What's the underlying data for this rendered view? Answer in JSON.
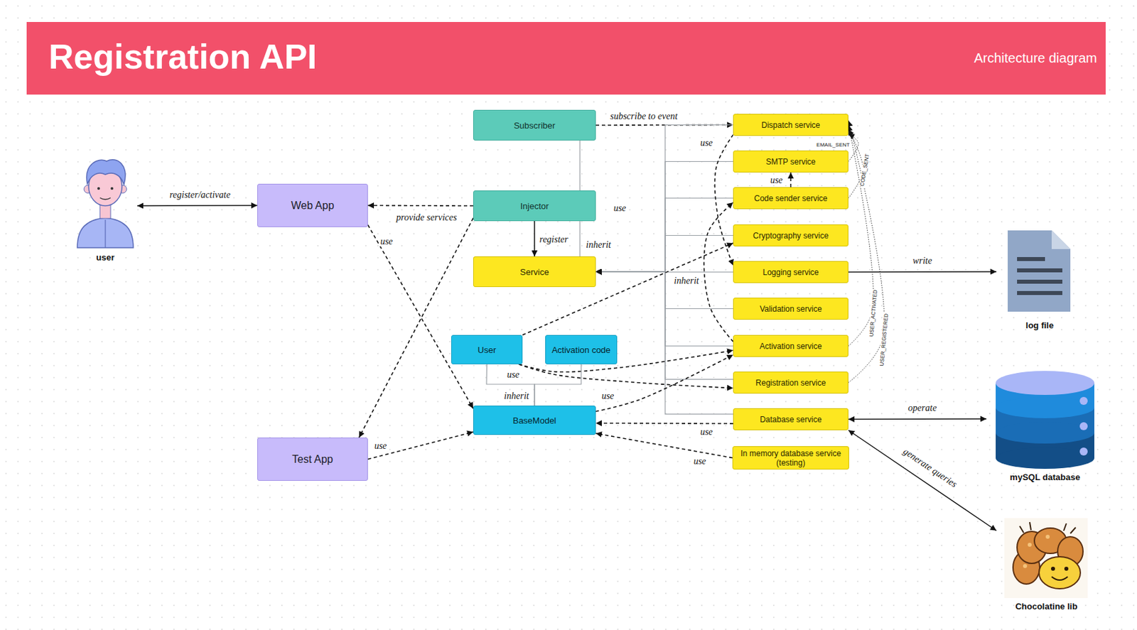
{
  "diagram": {
    "title": "Registration API",
    "nodes": [
      {
        "text": [
          "user"
        ]
      },
      {
        "text": [
          "Web App"
        ]
      },
      {
        "text": [
          "Test App"
        ]
      },
      {
        "text": [
          "Subscriber"
        ]
      },
      {
        "text": [
          "Injector"
        ]
      },
      {
        "text": [
          "Service"
        ]
      },
      {
        "text": [
          "User"
        ]
      },
      {
        "text": [
          "Activation code"
        ]
      },
      {
        "text": [
          "BaseModel"
        ]
      },
      {
        "text": [
          "Dispatch service"
        ]
      },
      {
        "text": [
          "SMTP service"
        ]
      },
      {
        "text": [
          "Code sender service"
        ]
      },
      {
        "text": [
          "Cryptography service"
        ]
      },
      {
        "text": [
          "Logging service"
        ]
      },
      {
        "text": [
          "Validation service"
        ]
      },
      {
        "text": [
          "Activation service"
        ]
      },
      {
        "text": [
          "Registration service"
        ]
      },
      {
        "text": [
          "Database service"
        ]
      },
      {
        "text": [
          "In memory database service (testing)"
        ]
      },
      {
        "text": [
          "log file"
        ]
      },
      {
        "text": [
          "mySQL database"
        ]
      },
      {
        "text": [
          "Chocolatine lib"
        ]
      }
    ],
    "edges": [
      {
        "from": 0,
        "to": 1,
        "arrow": "both",
        "label": "register/activate"
      },
      {
        "from": 4,
        "to": 1,
        "arrow": "to",
        "label": "provide services"
      },
      {
        "from": 4,
        "to": 2,
        "arrow": "to"
      },
      {
        "from": 1,
        "to": 8,
        "arrow": "to",
        "label": "use"
      },
      {
        "from": 2,
        "to": 8,
        "arrow": "to",
        "label": "use"
      },
      {
        "from": 3,
        "to": 9,
        "arrow": "to",
        "label": "subscribe to event"
      },
      {
        "from": 4,
        "to": 5,
        "arrow": "to",
        "label": "register"
      },
      {
        "from": 3,
        "to": 4,
        "arrow": "none"
      },
      {
        "from": 4,
        "to": 5,
        "arrow": "none",
        "label": "inherit"
      },
      {
        "from": 9,
        "to": 5,
        "arrow": "to"
      },
      {
        "from": 10,
        "to": 5,
        "arrow": "to"
      },
      {
        "from": 11,
        "to": 5,
        "arrow": "to"
      },
      {
        "from": 12,
        "to": 5,
        "arrow": "to"
      },
      {
        "from": 13,
        "to": 5,
        "arrow": "to",
        "label": "inherit"
      },
      {
        "from": 14,
        "to": 5,
        "arrow": "to"
      },
      {
        "from": 15,
        "to": 5,
        "arrow": "to"
      },
      {
        "from": 16,
        "to": 5,
        "arrow": "to"
      },
      {
        "from": 17,
        "to": 5,
        "arrow": "to"
      },
      {
        "from": 9,
        "to": 13,
        "arrow": "to",
        "label": "use"
      },
      {
        "from": 11,
        "to": 10,
        "arrow": "to",
        "label": "use"
      },
      {
        "from": 15,
        "to": 11,
        "arrow": "to"
      },
      {
        "from": 8,
        "to": 15,
        "arrow": "to",
        "label": "use"
      },
      {
        "from": 6,
        "to": 12,
        "arrow": "to"
      },
      {
        "from": 6,
        "to": 15,
        "arrow": "to",
        "label": "use"
      },
      {
        "from": 6,
        "to": 16,
        "arrow": "to"
      },
      {
        "from": 6,
        "to": 8,
        "arrow": "none",
        "label": "inherit"
      },
      {
        "from": 7,
        "to": 8,
        "arrow": "none"
      },
      {
        "from": 17,
        "to": 8,
        "arrow": "to",
        "label": "use"
      },
      {
        "from": 18,
        "to": 8,
        "arrow": "to",
        "label": "use"
      },
      {
        "from": 13,
        "to": 19,
        "arrow": "to",
        "label": "write"
      },
      {
        "from": 17,
        "to": 20,
        "arrow": "both",
        "label": "operate"
      },
      {
        "from": 17,
        "to": 21,
        "arrow": "both",
        "label": "generate queries"
      },
      {
        "from": 10,
        "to": 9,
        "arrow": "to",
        "label": "EMAIL_SENT"
      },
      {
        "from": 11,
        "to": 9,
        "arrow": "to",
        "label": "CODE_SENT"
      },
      {
        "from": 15,
        "to": 9,
        "arrow": "to",
        "label": "USER_ACTIVATED"
      },
      {
        "from": 16,
        "to": 9,
        "arrow": "to",
        "label": "USER_REGISTERED"
      }
    ],
    "labels": [
      "Architecture diagram",
      "use"
    ]
  }
}
